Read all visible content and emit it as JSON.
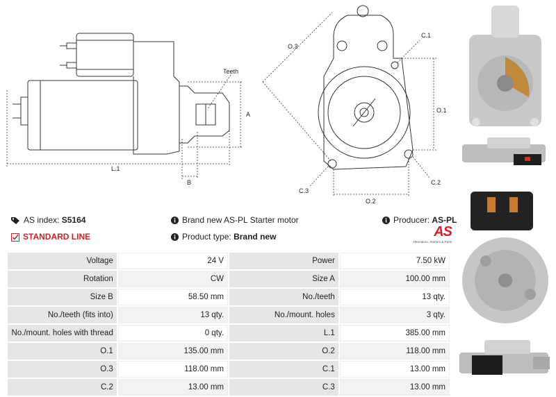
{
  "drawing_labels": {
    "teeth": "Teeth",
    "a": "A",
    "b": "B",
    "l1": "L.1",
    "o1": "O.1",
    "o2": "O.2",
    "o3": "O.3",
    "c1": "C.1",
    "c2": "C.2",
    "c3": "C.3"
  },
  "info": {
    "as_index_label": "AS index:",
    "as_index_value": "S5164",
    "line": "STANDARD LINE",
    "brand_text": "Brand new AS-PL Starter motor",
    "product_type_label": "Product type:",
    "product_type_value": "Brand new",
    "producer_label": "Producer:",
    "producer_value": "AS-PL"
  },
  "logo": {
    "mark": "AS",
    "tagline": "Alternators, Starters & Parts"
  },
  "colors": {
    "accent": "#d22027",
    "label_bg": "#e6e6e6"
  },
  "specs": [
    [
      "Voltage",
      "24 V",
      "Power",
      "7.50 kW"
    ],
    [
      "Rotation",
      "CW",
      "Size A",
      "100.00 mm"
    ],
    [
      "Size B",
      "58.50 mm",
      "No./teeth",
      "13 qty."
    ],
    [
      "No./teeth (fits into)",
      "13 qty.",
      "No./mount. holes",
      "3 qty."
    ],
    [
      "No./mount. holes with thread",
      "0 qty.",
      "L.1",
      "385.00 mm"
    ],
    [
      "O.1",
      "135.00 mm",
      "O.2",
      "118.00 mm"
    ],
    [
      "O.3",
      "118.00 mm",
      "C.1",
      "13.00 mm"
    ],
    [
      "C.2",
      "13.00 mm",
      "C.3",
      "13.00 mm"
    ]
  ]
}
